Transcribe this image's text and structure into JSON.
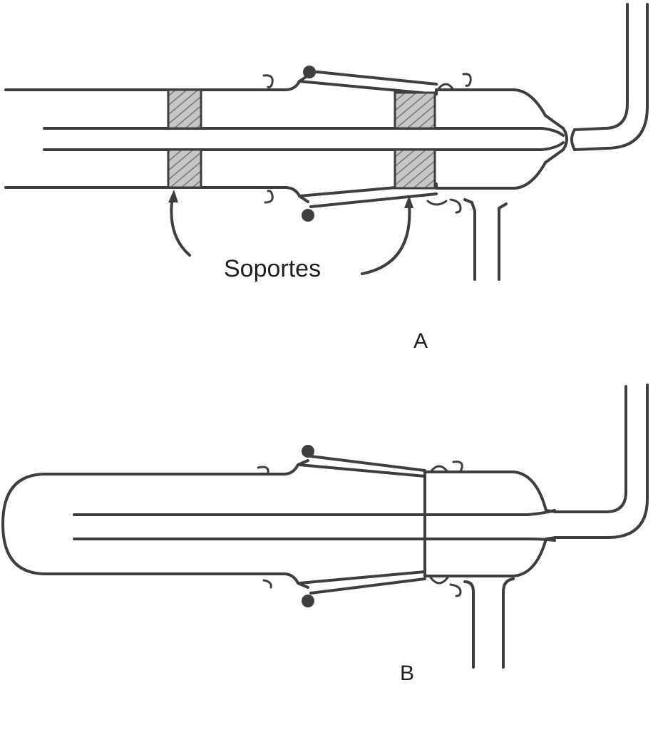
{
  "labels": {
    "supports": "Soportes",
    "figure_a": "A",
    "figure_b": "B"
  },
  "colors": {
    "stroke": "#3d3f3e",
    "support_fill": "#c6c8c6",
    "hatch": "#6e706f",
    "background": "#ffffff"
  }
}
